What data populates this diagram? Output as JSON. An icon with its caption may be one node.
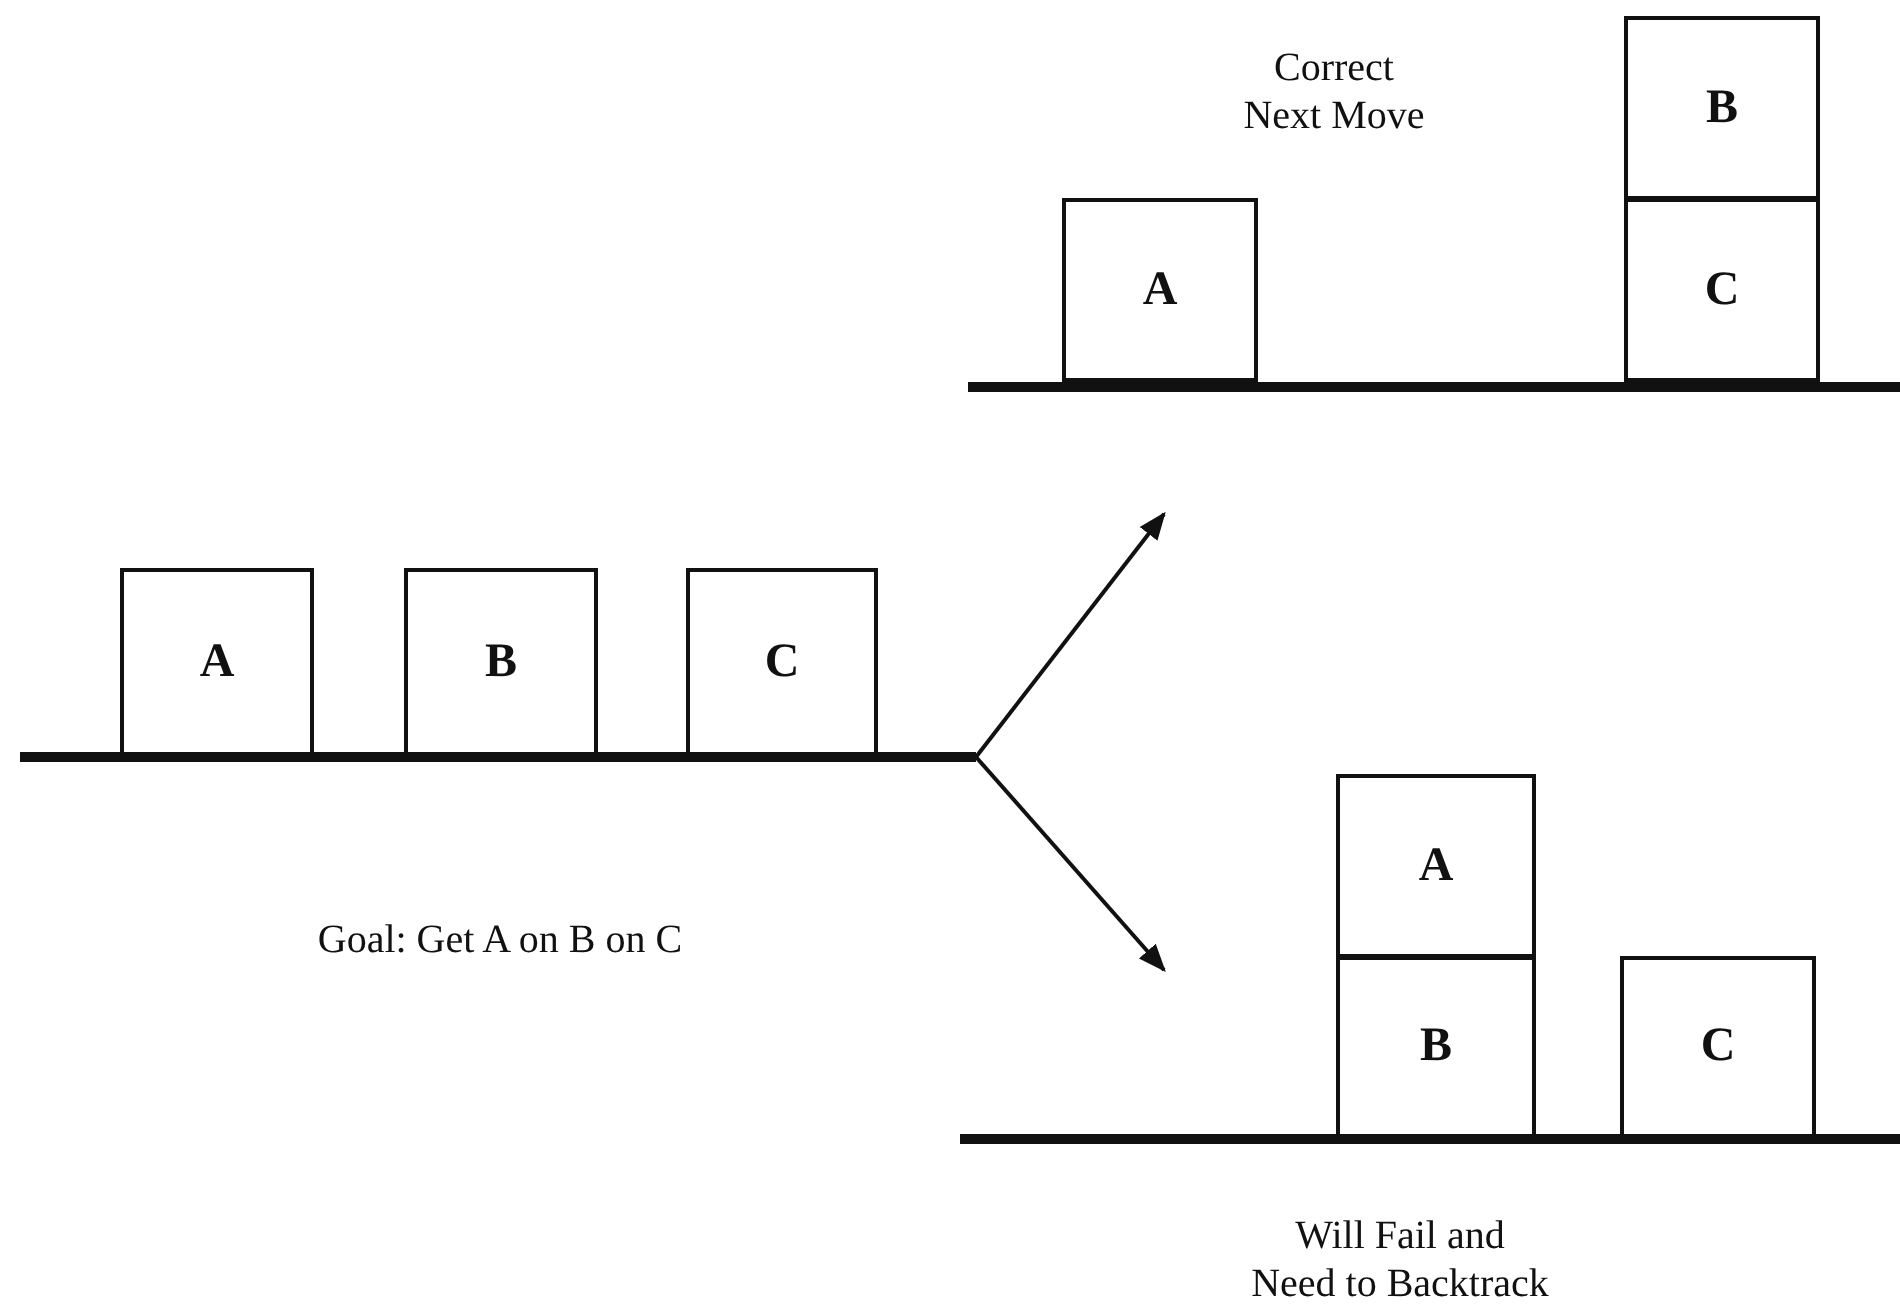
{
  "diagram": {
    "nodes": [
      {
        "text": [
          "A"
        ]
      },
      {
        "text": [
          "B"
        ]
      },
      {
        "text": [
          "C"
        ]
      },
      {
        "text": [
          "A"
        ]
      },
      {
        "text": [
          "B"
        ]
      },
      {
        "text": [
          "C"
        ]
      },
      {
        "text": [
          "A"
        ]
      },
      {
        "text": [
          "B"
        ]
      },
      {
        "text": [
          "C"
        ]
      },
      {
        "text": [],
        "shape": "bar"
      },
      {
        "text": [],
        "shape": "bar"
      },
      {
        "text": [],
        "shape": "bar"
      }
    ],
    "edges": [
      {
        "from": 9,
        "to": null,
        "arrow": "to"
      },
      {
        "from": 9,
        "to": null,
        "arrow": "to"
      }
    ],
    "labels": [
      "Correct Next Move",
      "Goal: Get A on B on C",
      "Will Fail and Need to Backtrack"
    ]
  }
}
